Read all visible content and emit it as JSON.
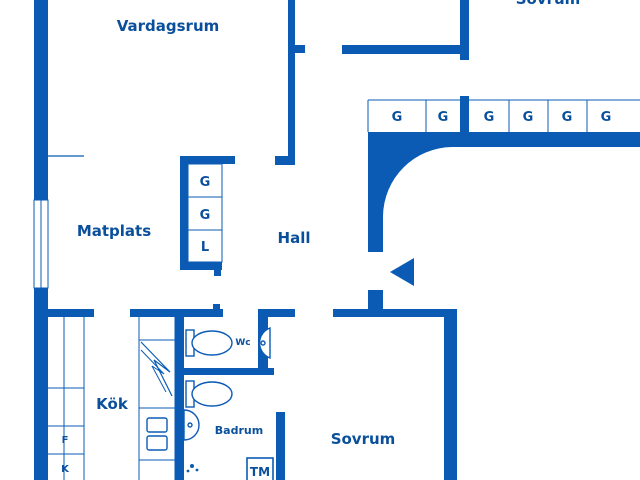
{
  "colors": {
    "wall": "#0b5bb5",
    "label": "#0a4f9c",
    "background": "#ffffff"
  },
  "rooms": {
    "living_room": "Vardagsrum",
    "bedroom_top": "Sovrum",
    "dining": "Matplats",
    "hall": "Hall",
    "kitchen": "Kök",
    "wc": "Wc",
    "bathroom": "Badrum",
    "bedroom_bottom": "Sovrum"
  },
  "wardrobes": {
    "top_row": [
      "G",
      "G",
      "G",
      "G",
      "G",
      "G"
    ],
    "hall_column": [
      "G",
      "G",
      "L"
    ]
  },
  "kitchen_appliances": [
    "F",
    "K"
  ],
  "laundry_marker": "TM",
  "icons": [
    "entrance-arrow-icon",
    "toilet-icon",
    "sink-icon",
    "bathtub-icon",
    "shower-icon",
    "stove-icon"
  ]
}
